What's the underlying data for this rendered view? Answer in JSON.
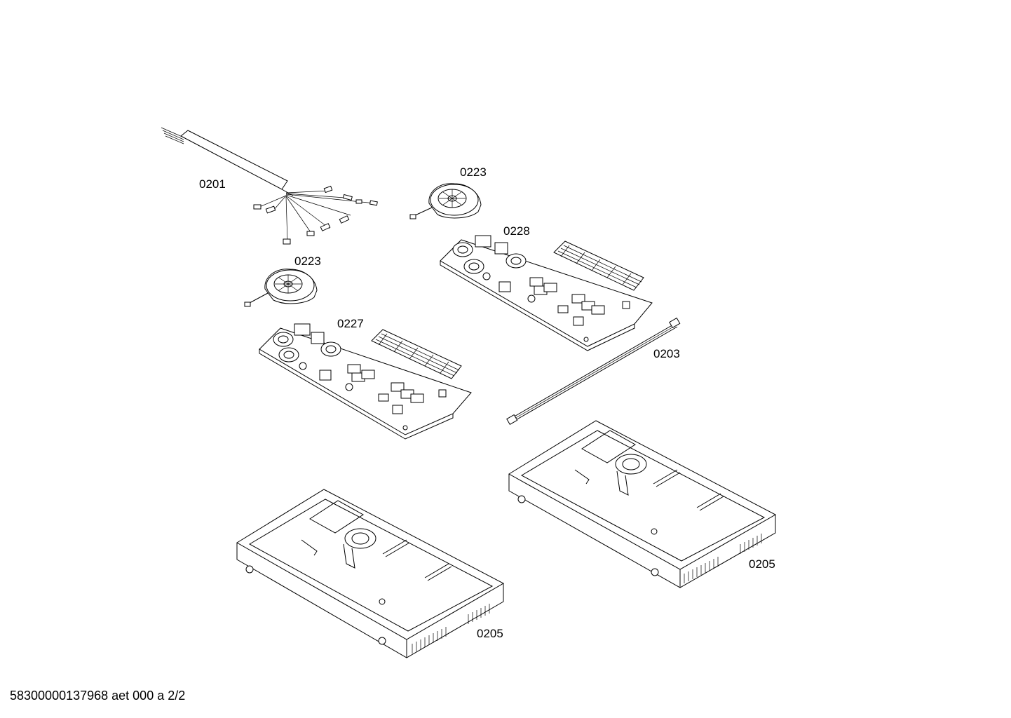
{
  "labels": {
    "cable": "0201",
    "fan_top": "0223",
    "fan_left": "0223",
    "board_right": "0228",
    "board_left": "0227",
    "ribbon": "0203",
    "frame_right": "0205",
    "frame_left": "0205"
  },
  "footer": "58300000137968 aet 000 a 2/2"
}
